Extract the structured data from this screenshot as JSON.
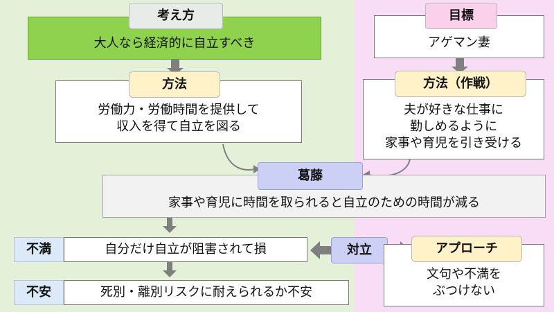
{
  "left": {
    "thought_label": "考え方",
    "thought_text": "大人なら経済的に自立すべき",
    "method_label": "方法",
    "method_line1": "労働力・労働時間を提供して",
    "method_line2": "収入を得て自立を図る"
  },
  "right": {
    "goal_label": "目標",
    "goal_text": "アゲマン妻",
    "strategy_label": "方法（作戦）",
    "strategy_line1": "夫が好きな仕事に",
    "strategy_line2": "勤しめるように",
    "strategy_line3": "家事や育児を引き受ける"
  },
  "conflict": {
    "label": "葛藤",
    "text": "家事や育児に時間を取られると自立のための時間が減る"
  },
  "bottom": {
    "dissatisfaction_label": "不満",
    "dissatisfaction_text": "自分だけ自立が阻害されて損",
    "anxiety_label": "不安",
    "anxiety_text": "死別・離別リスクに耐えられるか不安",
    "opposition_label": "対立",
    "approach_label": "アプローチ",
    "approach_line1": "文句や不満を",
    "approach_line2": "ぶつけない"
  },
  "colors": {
    "left_bg": "#e4f0d8",
    "right_bg": "#f9dcf6",
    "green_box": "#8ed24e",
    "arrow": "#7f7f7f"
  }
}
